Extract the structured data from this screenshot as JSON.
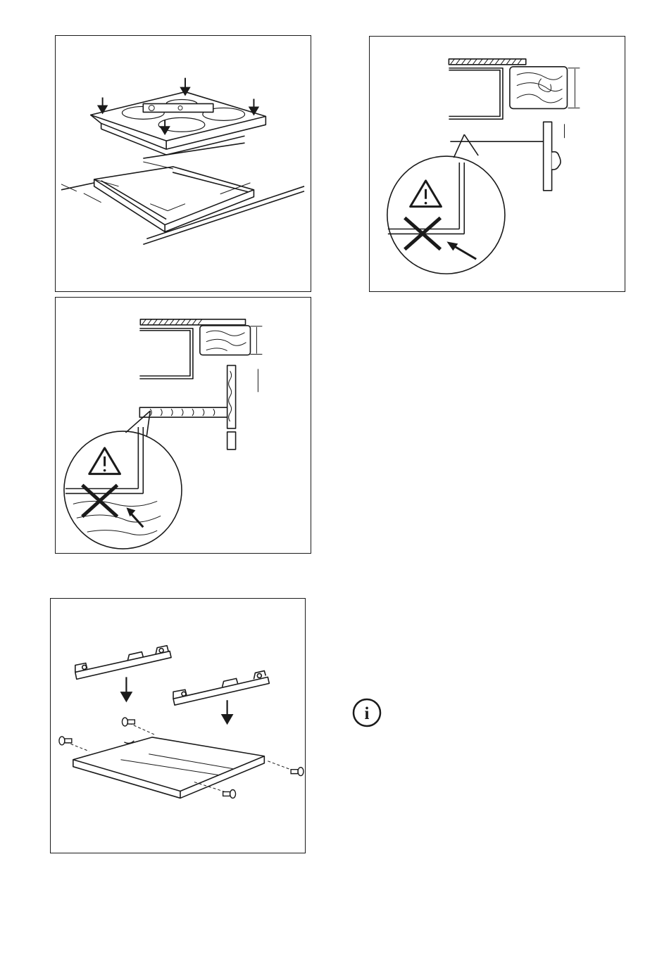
{
  "page": {
    "background": "#ffffff",
    "line_color": "#1a1a1a"
  },
  "figures": [
    {
      "id": "hob-placement",
      "icons": [
        "hob-icon",
        "arrow-down-icon",
        "spirit-level-icon",
        "cutout-frame-icon"
      ]
    },
    {
      "id": "cabinet-door-clearance",
      "icons": [
        "warning-icon",
        "cross-icon",
        "arrow-icon",
        "countertop-icon"
      ]
    },
    {
      "id": "shelf-clearance",
      "icons": [
        "warning-icon",
        "cross-icon",
        "arrow-icon",
        "wood-shelf-icon"
      ]
    },
    {
      "id": "protective-tray-assembly",
      "icons": [
        "bracket-icon",
        "screw-icon",
        "tray-icon",
        "arrow-down-icon"
      ]
    }
  ],
  "info_icon": {
    "name": "info-icon",
    "glyph": "i"
  }
}
